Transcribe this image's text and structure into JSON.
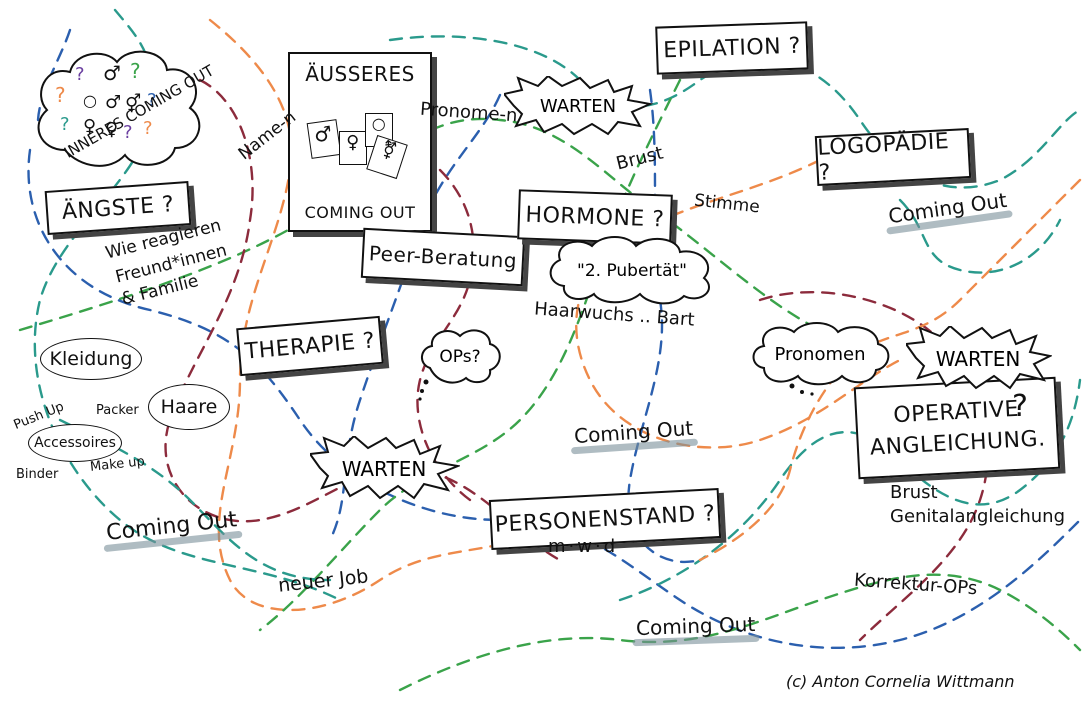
{
  "title_box": {
    "line1": "ÄUSSERES",
    "line2": "COMING OUT"
  },
  "cloud_inner": {
    "label": "INNERES COMING OUT"
  },
  "boxes": {
    "aengste": "ÄNGSTE ?",
    "therapie": "THERAPIE ?",
    "peer": "Peer-Beratung",
    "hormone": "HORMONE ?",
    "epilation": "EPILATION ?",
    "logopaedie": "LOGOPÄDIE ?",
    "personenstand": "PERSONENSTAND ?",
    "operative_line1": "OPERATIVE",
    "operative_line2": "ANGLEICHUNG."
  },
  "bursts": {
    "warten1": "WARTEN",
    "warten2": "WARTEN",
    "warten3": "WARTEN"
  },
  "clouds": {
    "pubertaet": "\"2. Pubertät\"",
    "ops": "OPs?",
    "pronomen": "Pronomen"
  },
  "ovals": {
    "kleidung": "Kleidung",
    "haare": "Haare",
    "accessoires": "Accessoires"
  },
  "labels": {
    "namen": "Name-n",
    "pronomen_top": "Pronome-n",
    "brust_top": "Brust",
    "stimme": "Stimme",
    "wie_line1": "Wie reagieren",
    "wie_line2": "Freund*innen",
    "wie_line3": "& Familie",
    "haarwuchs": "Haarwuchs .. Bart",
    "push_up": "Push Up",
    "packer": "Packer",
    "binder": "Binder",
    "make_up": "Make up",
    "neuer_job": "neuer Job",
    "mwd": "m·w·d",
    "brust_op": "Brust",
    "genital": "Genitalangleichung",
    "korrektur": "Korrektur-OPs",
    "credit": "(c) Anton Cornelia Wittmann"
  },
  "coming_out": {
    "c1": "Coming Out",
    "c2": "Coming Out",
    "c3": "Coming Out",
    "c4": "Coming Out"
  },
  "colors": {
    "blue": "#2b5fae",
    "teal": "#2a9a8c",
    "orange": "#ee8a4a",
    "maroon": "#8c2b3c",
    "green": "#3aa34a",
    "ink": "#111111"
  }
}
